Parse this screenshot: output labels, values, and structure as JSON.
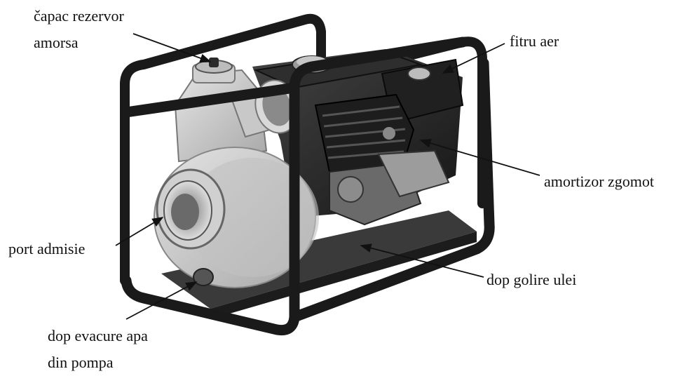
{
  "labels": {
    "priming_cap_line1": "čapac rezervor",
    "priming_cap_line2": "amorsa",
    "air_filter": "fitru aer",
    "muffler": "amortizor zgomot",
    "intake_port": "port admisie",
    "oil_drain": "dop golire ulei",
    "water_drain_line1": "dop evacure apa",
    "water_drain_line2": "din pompa"
  },
  "colors": {
    "frame": "#1a1a1a",
    "engine_dark": "#262626",
    "pump_body": "#cfcfcf",
    "pump_shade": "#a9a9a9",
    "leader": "#111111"
  }
}
